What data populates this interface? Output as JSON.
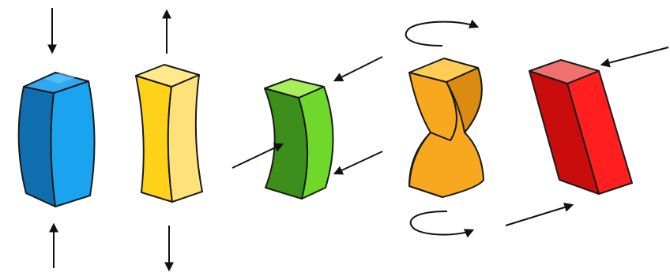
{
  "diagram": {
    "panels": [
      {
        "id": "compression",
        "colors": {
          "top": "#2ea8f0",
          "front": "#1aa3ee",
          "side": "#0f6fae"
        }
      },
      {
        "id": "tension",
        "colors": {
          "top": "#ffe98a",
          "front": "#ffd21a",
          "side": "#ffe17a"
        }
      },
      {
        "id": "bending",
        "colors": {
          "top": "#a6ee5a",
          "front": "#6fd82a",
          "side": "#3c8f1a"
        }
      },
      {
        "id": "torsion",
        "colors": {
          "top": "#ffcc55",
          "front": "#f7a81e",
          "side": "#d98b12"
        }
      },
      {
        "id": "shear",
        "colors": {
          "top": "#f07070",
          "front": "#ff1f1f",
          "side": "#c90d0d"
        }
      }
    ]
  }
}
